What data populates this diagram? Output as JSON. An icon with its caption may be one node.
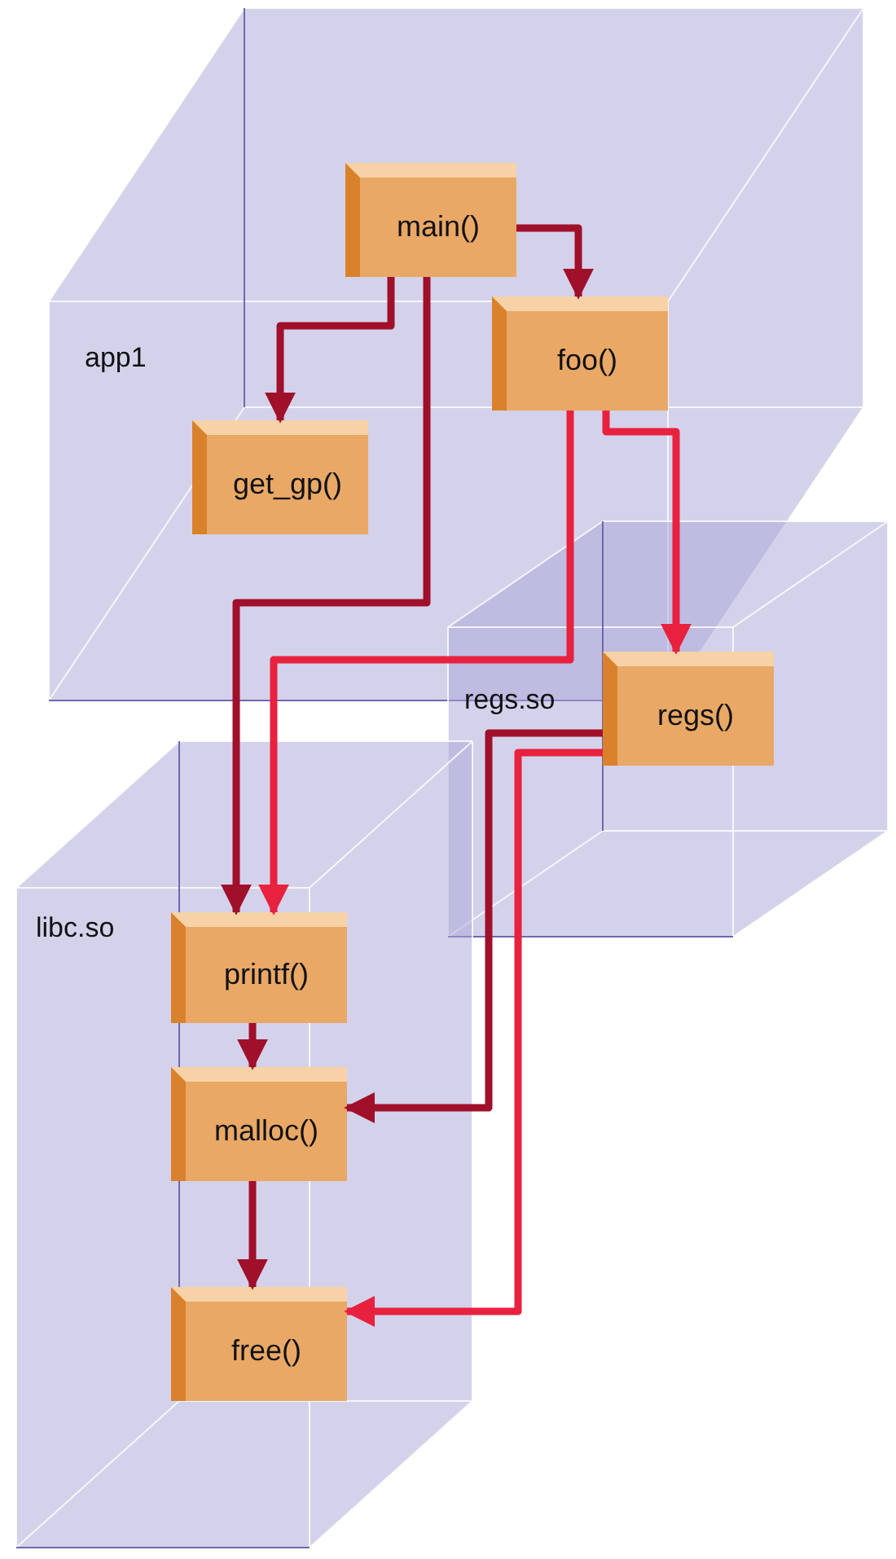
{
  "diagram": {
    "nodes": [
      {
        "text": [
          "app1"
        ]
      },
      {
        "text": [
          "main()"
        ],
        "in": 0
      },
      {
        "text": [
          "foo()"
        ],
        "in": 0
      },
      {
        "text": [
          "get_gp()"
        ],
        "in": 0
      },
      {
        "text": [
          "regs.so"
        ]
      },
      {
        "text": [
          "regs()"
        ],
        "in": 4
      },
      {
        "text": [
          "libc.so"
        ]
      },
      {
        "text": [
          "printf()"
        ],
        "in": 6
      },
      {
        "text": [
          "malloc()"
        ],
        "in": 6
      },
      {
        "text": [
          "free()"
        ],
        "in": 6
      }
    ],
    "edges": [
      {
        "from": 1,
        "to": 2,
        "arrow": "to"
      },
      {
        "from": 1,
        "to": 3,
        "arrow": "to"
      },
      {
        "from": 1,
        "to": 7,
        "arrow": "to"
      },
      {
        "from": 2,
        "to": 7,
        "arrow": "to",
        "color": "#e8213f"
      },
      {
        "from": 2,
        "to": 5,
        "arrow": "to",
        "color": "#e8213f"
      },
      {
        "from": 7,
        "to": 8,
        "arrow": "to"
      },
      {
        "from": 8,
        "to": 9,
        "arrow": "to"
      },
      {
        "from": 5,
        "to": 8,
        "arrow": "to"
      },
      {
        "from": 5,
        "to": 9,
        "arrow": "to",
        "color": "#e8213f"
      }
    ]
  }
}
